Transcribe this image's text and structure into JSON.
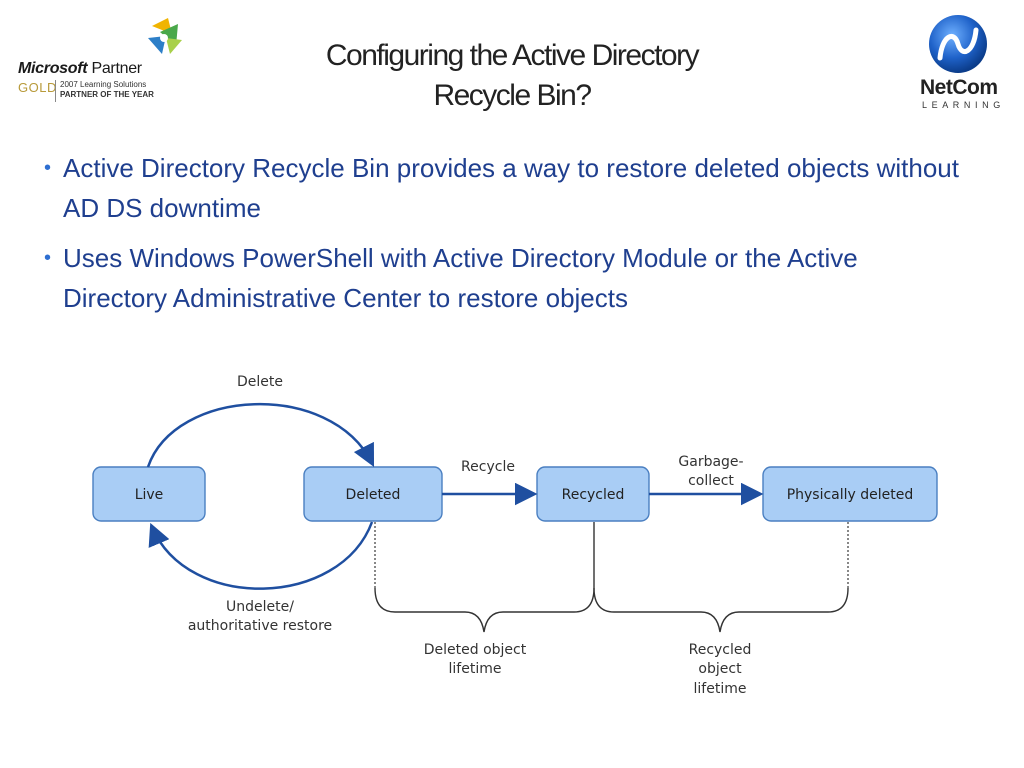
{
  "header": {
    "title_line1": "Configuring the Active Directory",
    "title_line2": "Recycle Bin?"
  },
  "logo_left": {
    "brand_bold": "Microsoft",
    "brand_rest": " Partner",
    "tier": "GOLD",
    "line1": "2007 Learning Solutions",
    "line2": "PARTNER OF THE YEAR"
  },
  "logo_right": {
    "name": "NetCom",
    "sub": "LEARNING"
  },
  "bullets": [
    "Active Directory Recycle Bin provides a way to restore deleted objects without AD DS downtime",
    "Uses Windows PowerShell with Active Directory Module or the Active Directory Administrative Center to restore objects"
  ],
  "diagram": {
    "nodes": {
      "live": "Live",
      "deleted": "Deleted",
      "recycled": "Recycled",
      "physically_deleted": "Physically deleted"
    },
    "edges": {
      "delete": "Delete",
      "recycle": "Recycle",
      "garbage_line1": "Garbage-",
      "garbage_line2": "collect",
      "undelete_line1": "Undelete/",
      "undelete_line2": "authoritative restore"
    },
    "lifetimes": {
      "deleted_line1": "Deleted object",
      "deleted_line2": "lifetime",
      "recycled_line1": "Recycled",
      "recycled_line2": "object",
      "recycled_line3": "lifetime"
    },
    "colors": {
      "node_fill": "#a9cdf5",
      "node_border": "#4a7fc1",
      "arrow": "#1f4fa0"
    }
  }
}
